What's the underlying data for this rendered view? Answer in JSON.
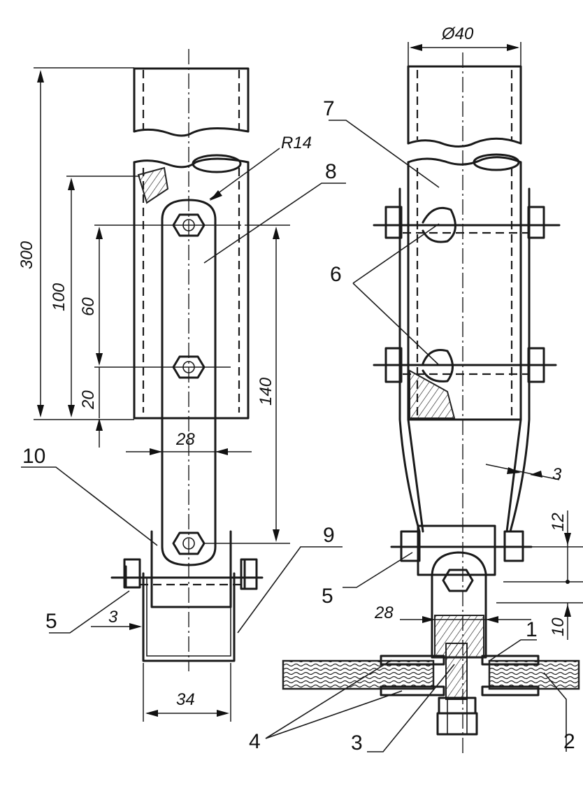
{
  "drawing": {
    "left_view": {
      "dimensions": {
        "d300": "300",
        "d100": "100",
        "d60": "60",
        "d20": "20",
        "d140": "140",
        "d28": "28",
        "d34": "34",
        "d3": "3",
        "r14": "R14"
      },
      "callouts": {
        "c8": "8",
        "c10": "10",
        "c9": "9",
        "c5": "5"
      }
    },
    "right_view": {
      "dimensions": {
        "d40": "Ø40",
        "d3": "3",
        "d12": "12",
        "d10": "10",
        "d28": "28"
      },
      "callouts": {
        "c7": "7",
        "c6": "6",
        "c5": "5",
        "c1": "1",
        "c4": "4",
        "c3": "3",
        "c2": "2"
      }
    }
  }
}
